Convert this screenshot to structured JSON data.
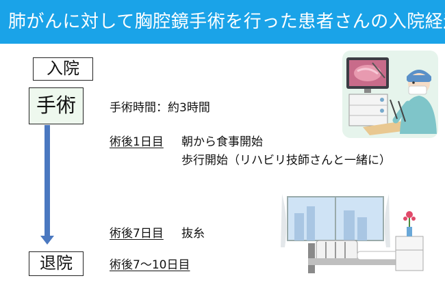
{
  "header": {
    "title": "肺がんに対して胸腔鏡手術を行った患者さんの入院経過"
  },
  "timeline": {
    "admission": "入院",
    "surgery": "手術",
    "discharge": "退院"
  },
  "events": {
    "surgery_duration": "手術時間：約3時間",
    "postop_day1_label": "術後1日目",
    "postop_day1_line1": "朝から食事開始",
    "postop_day1_line2": "歩行開始（リハビリ技師さんと一緒に）",
    "postop_day7_label": "術後7日目",
    "postop_day7_text": "抜糸",
    "postop_day7_10_label": "術後7〜10日目"
  },
  "colors": {
    "header_bg": "#1aa3e8",
    "arrow": "#4a78c0",
    "surgery_box_bg": "#eef8ee"
  },
  "icons": [
    "surgeon-illustration",
    "hospital-room-illustration"
  ]
}
